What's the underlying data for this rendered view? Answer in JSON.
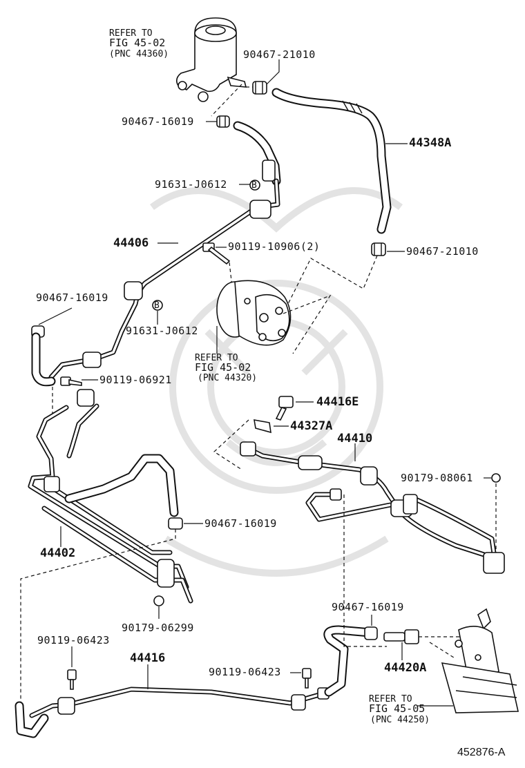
{
  "figure_id": "452876-A",
  "references": {
    "reservoir": {
      "line1": "REFER TO",
      "line2": "FIG 45-02",
      "line3": "(PNC 44360)"
    },
    "pump": {
      "line1": "REFER TO",
      "line2": "FIG 45-02",
      "line3": "(PNC 44320)"
    },
    "gear": {
      "line1": "REFER TO",
      "line2": "FIG 45-05",
      "line3": "(PNC 44250)"
    }
  },
  "labels": {
    "clip_top": "90467-21010",
    "hose_44348a": "44348A",
    "clip_16019_top": "90467-16019",
    "grommet_top": "91631-J0612",
    "tube_44406": "44406",
    "bolt_10906": "90119-10906(2)",
    "clip_21010_mid": "90467-21010",
    "clip_16019_left": "90467-16019",
    "grommet_mid": "91631-J0612",
    "bolt_06921": "90119-06921",
    "union_44416e": "44416E",
    "gasket_44327a": "44327A",
    "tube_44410": "44410",
    "nut_08061": "90179-08061",
    "clip_16019_mid": "90467-16019",
    "tube_44402": "44402",
    "nut_06299": "90179-06299",
    "clip_16019_low": "90467-16019",
    "bolt_06423_left": "90119-06423",
    "tube_44416": "44416",
    "bolt_06423_right": "90119-06423",
    "union_44420a": "44420A"
  }
}
